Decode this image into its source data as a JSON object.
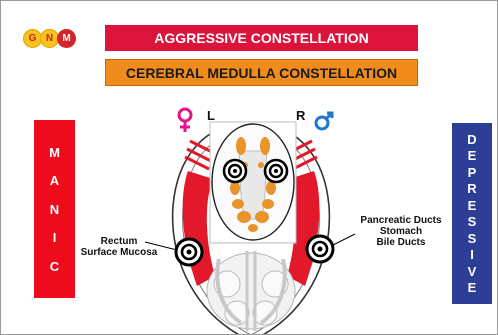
{
  "logo": {
    "letters": [
      "G",
      "N",
      "M"
    ]
  },
  "banners": {
    "aggressive": "AGGRESSIVE CONSTELLATION",
    "cerebral": "CEREBRAL MEDULLA CONSTELLATION"
  },
  "sides": {
    "manic": [
      "M",
      "A",
      "N",
      "I",
      "C"
    ],
    "depressive": [
      "D",
      "E",
      "P",
      "R",
      "E",
      "S",
      "S",
      "I",
      "V",
      "E"
    ]
  },
  "markers": {
    "left": "L",
    "right": "R"
  },
  "labels": {
    "left": [
      "Rectum",
      "Surface Mucosa"
    ],
    "right": [
      "Pancreatic Ducts",
      "Stomach",
      "Bile Ducts"
    ]
  },
  "colors": {
    "aggressive": "#dc143c",
    "cerebral": "#f08c1b",
    "manic": "#ee0c1c",
    "depressive": "#2c3e96",
    "female": "#e0168c",
    "male": "#1e78d2",
    "orange_zone": "#e8942a"
  }
}
